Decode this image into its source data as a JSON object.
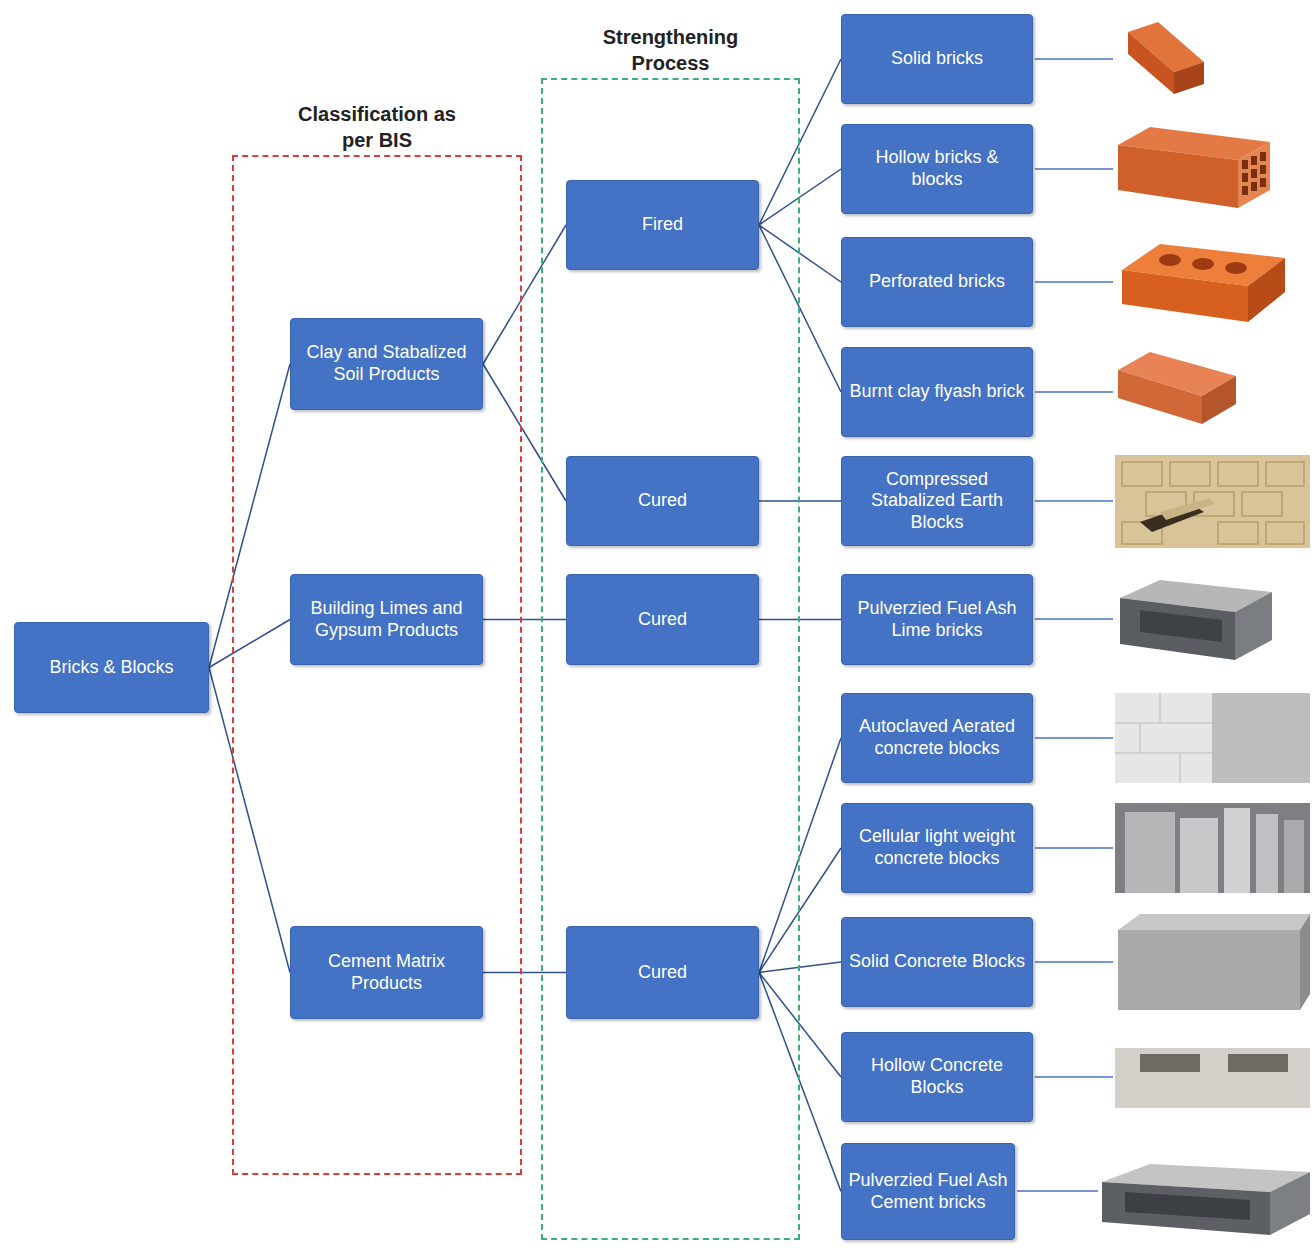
{
  "diagram": {
    "nodes": [
      {
        "text": [
          "Bricks & Blocks"
        ]
      },
      {
        "text": [
          "Classification as per BIS"
        ]
      },
      {
        "text": [
          "Clay and Stabalized Soil Products"
        ],
        "in": 1
      },
      {
        "text": [
          "Building Limes and Gypsum Products"
        ],
        "in": 1
      },
      {
        "text": [
          "Cement Matrix Products"
        ],
        "in": 1
      },
      {
        "text": [
          "Strengthening Process"
        ]
      },
      {
        "text": [
          "Fired"
        ],
        "in": 5
      },
      {
        "text": [
          "Cured"
        ],
        "in": 5
      },
      {
        "text": [
          "Cured"
        ],
        "in": 5
      },
      {
        "text": [
          "Cured"
        ],
        "in": 5
      },
      {
        "text": [
          "Solid bricks"
        ]
      },
      {
        "text": [
          "Hollow bricks & blocks"
        ]
      },
      {
        "text": [
          "Perforated bricks"
        ]
      },
      {
        "text": [
          "Burnt clay flyash brick"
        ]
      },
      {
        "text": [
          "Compressed Stabalized Earth Blocks"
        ]
      },
      {
        "text": [
          "Pulverzied Fuel Ash Lime bricks"
        ]
      },
      {
        "text": [
          "Autoclaved Aerated concrete blocks"
        ]
      },
      {
        "text": [
          "Cellular light weight concrete blocks"
        ]
      },
      {
        "text": [
          "Solid Concrete Blocks"
        ]
      },
      {
        "text": [
          "Hollow Concrete Blocks"
        ]
      },
      {
        "text": [
          "Pulverzied Fuel Ash Cement bricks"
        ]
      }
    ],
    "edges": [
      {
        "from": 0,
        "to": 2,
        "arrow": "none"
      },
      {
        "from": 0,
        "to": 3,
        "arrow": "none"
      },
      {
        "from": 0,
        "to": 4,
        "arrow": "none"
      },
      {
        "from": 2,
        "to": 6,
        "arrow": "none"
      },
      {
        "from": 2,
        "to": 7,
        "arrow": "none"
      },
      {
        "from": 3,
        "to": 8,
        "arrow": "none"
      },
      {
        "from": 4,
        "to": 9,
        "arrow": "none"
      },
      {
        "from": 6,
        "to": 10,
        "arrow": "none"
      },
      {
        "from": 6,
        "to": 11,
        "arrow": "none"
      },
      {
        "from": 6,
        "to": 12,
        "arrow": "none"
      },
      {
        "from": 6,
        "to": 13,
        "arrow": "none"
      },
      {
        "from": 7,
        "to": 14,
        "arrow": "none"
      },
      {
        "from": 8,
        "to": 15,
        "arrow": "none"
      },
      {
        "from": 9,
        "to": 16,
        "arrow": "none"
      },
      {
        "from": 9,
        "to": 17,
        "arrow": "none"
      },
      {
        "from": 9,
        "to": 18,
        "arrow": "none"
      },
      {
        "from": 9,
        "to": 19,
        "arrow": "none"
      },
      {
        "from": 9,
        "to": 20,
        "arrow": "none"
      }
    ]
  }
}
